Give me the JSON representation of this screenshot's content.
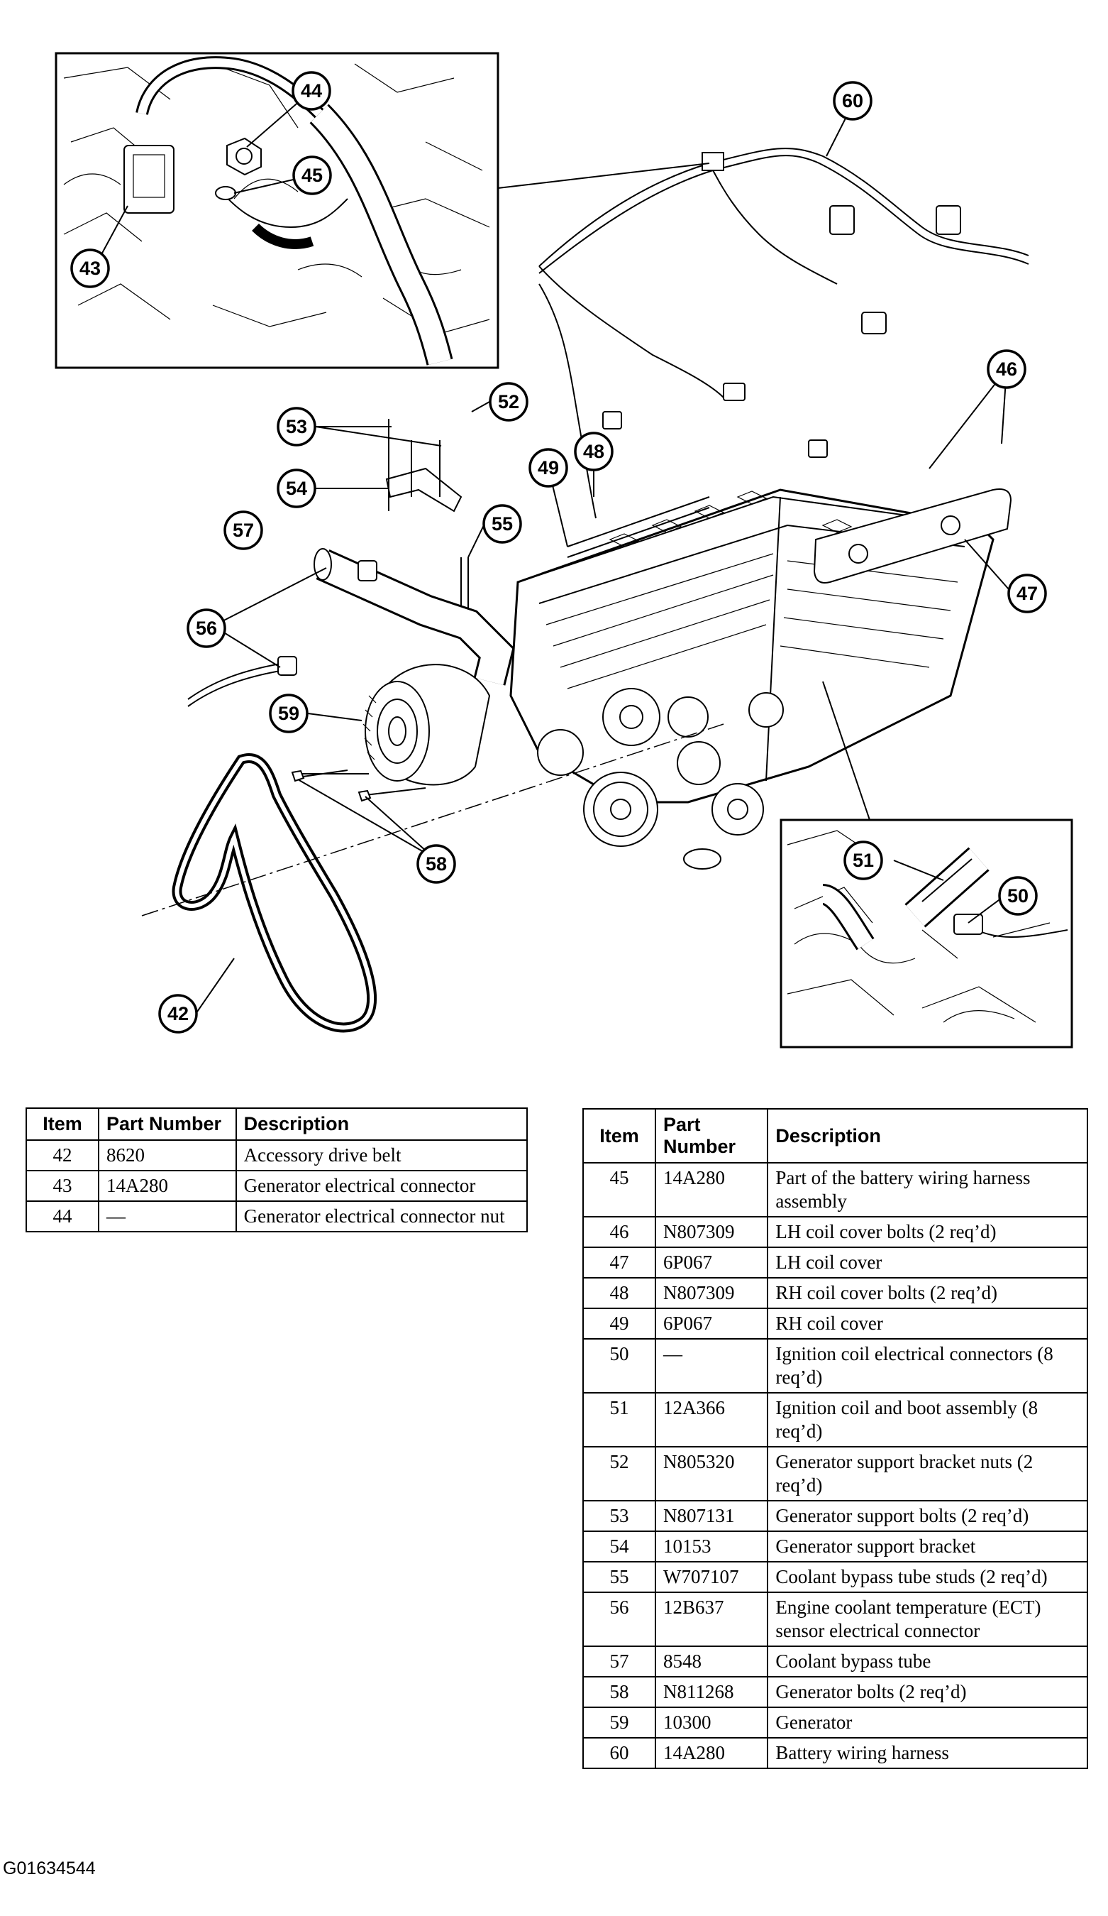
{
  "figure": {
    "code": "G01634544",
    "callouts": [
      {
        "id": "42",
        "label": "42"
      },
      {
        "id": "43",
        "label": "43"
      },
      {
        "id": "44",
        "label": "44"
      },
      {
        "id": "45",
        "label": "45"
      },
      {
        "id": "46",
        "label": "46"
      },
      {
        "id": "47",
        "label": "47"
      },
      {
        "id": "48",
        "label": "48"
      },
      {
        "id": "49",
        "label": "49"
      },
      {
        "id": "50",
        "label": "50"
      },
      {
        "id": "51",
        "label": "51"
      },
      {
        "id": "52",
        "label": "52"
      },
      {
        "id": "53",
        "label": "53"
      },
      {
        "id": "54",
        "label": "54"
      },
      {
        "id": "55",
        "label": "55"
      },
      {
        "id": "56",
        "label": "56"
      },
      {
        "id": "57",
        "label": "57"
      },
      {
        "id": "58",
        "label": "58"
      },
      {
        "id": "59",
        "label": "59"
      },
      {
        "id": "60",
        "label": "60"
      }
    ]
  },
  "table_headers": {
    "item": "Item",
    "part_number": "Part Number",
    "description": "Description"
  },
  "table_left": [
    {
      "item": "42",
      "part": "8620",
      "desc": "Accessory drive belt"
    },
    {
      "item": "43",
      "part": "14A280",
      "desc": "Generator electrical connector"
    },
    {
      "item": "44",
      "part": "—",
      "desc": "Generator electrical connector nut"
    }
  ],
  "table_right": [
    {
      "item": "45",
      "part": "14A280",
      "desc": "Part of the battery wiring harness assembly"
    },
    {
      "item": "46",
      "part": "N807309",
      "desc": "LH coil cover bolts (2 req’d)"
    },
    {
      "item": "47",
      "part": "6P067",
      "desc": "LH coil cover"
    },
    {
      "item": "48",
      "part": "N807309",
      "desc": "RH coil cover bolts (2 req’d)"
    },
    {
      "item": "49",
      "part": "6P067",
      "desc": "RH coil cover"
    },
    {
      "item": "50",
      "part": "—",
      "desc": "Ignition coil electrical connectors (8 req’d)"
    },
    {
      "item": "51",
      "part": "12A366",
      "desc": "Ignition coil and boot assembly (8 req’d)"
    },
    {
      "item": "52",
      "part": "N805320",
      "desc": "Generator support bracket nuts (2 req’d)"
    },
    {
      "item": "53",
      "part": "N807131",
      "desc": "Generator support bolts (2 req’d)"
    },
    {
      "item": "54",
      "part": "10153",
      "desc": "Generator support bracket"
    },
    {
      "item": "55",
      "part": "W707107",
      "desc": "Coolant bypass tube studs (2 req’d)"
    },
    {
      "item": "56",
      "part": "12B637",
      "desc": "Engine coolant temperature (ECT) sensor electrical connector"
    },
    {
      "item": "57",
      "part": "8548",
      "desc": "Coolant bypass tube"
    },
    {
      "item": "58",
      "part": "N811268",
      "desc": "Generator bolts (2 req’d)"
    },
    {
      "item": "59",
      "part": "10300",
      "desc": "Generator"
    },
    {
      "item": "60",
      "part": "14A280",
      "desc": "Battery wiring harness"
    }
  ]
}
